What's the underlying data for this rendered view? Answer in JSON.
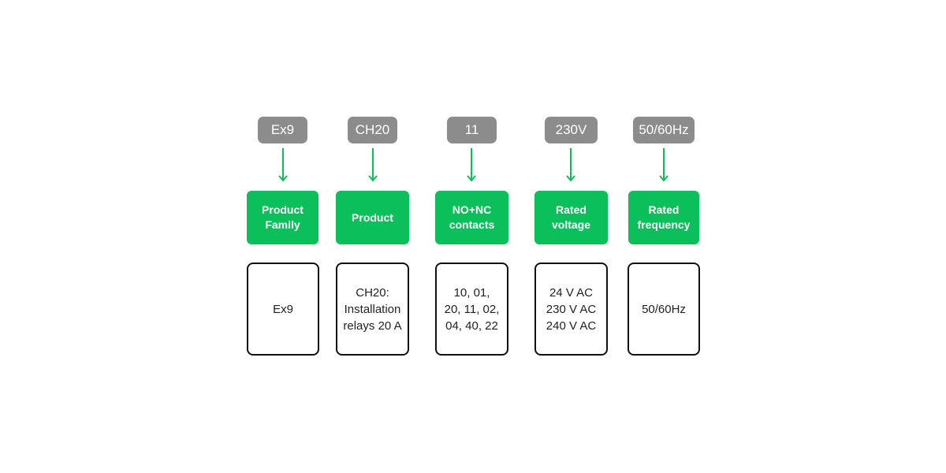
{
  "colors": {
    "chip": "#8c8c8c",
    "accent_green": "#0bbf5a",
    "border": "#111111"
  },
  "columns": [
    {
      "code": "Ex9",
      "label": "Product\nFamily",
      "value": "Ex9"
    },
    {
      "code": "CH20",
      "label": "Product",
      "value": "CH20:\nInstallation\nrelays 20 A"
    },
    {
      "code": "11",
      "label": "NO+NC\ncontacts",
      "value": "10, 01,\n20, 11, 02,\n04, 40, 22"
    },
    {
      "code": "230V",
      "label": "Rated\nvoltage",
      "value": "24 V AC\n230 V AC\n240 V AC"
    },
    {
      "code": "50/60Hz",
      "label": "Rated\nfrequency",
      "value": "50/60Hz"
    }
  ]
}
